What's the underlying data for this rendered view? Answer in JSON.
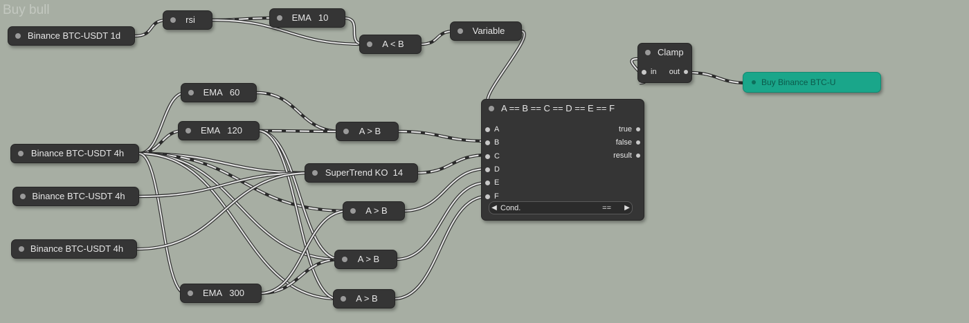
{
  "graph": {
    "title": "Buy bull"
  },
  "colors": {
    "background": "#a7aea3",
    "node": "#353535",
    "action": "#1aa68a",
    "wire": "#e2e2e2"
  },
  "nodes": {
    "binance_1d": "Binance BTC-USDT 1d",
    "rsi": "rsi",
    "ema10": "EMA   10",
    "a_lt_b": "A < B",
    "variable": "Variable",
    "ema60": "EMA   60",
    "ema120": "EMA   120",
    "a_gt_b_1": "A > B",
    "supertrend": "SuperTrend KO  14",
    "a_gt_b_2": "A > B",
    "a_gt_b_3": "A > B",
    "a_gt_b_4": "A > B",
    "ema300": "EMA   300",
    "binance_4h_1": "Binance BTC-USDT 4h",
    "binance_4h_2": "Binance BTC-USDT 4h",
    "binance_4h_3": "Binance BTC-USDT 4h"
  },
  "condition": {
    "title": "A == B == C == D == E == F",
    "inputs": [
      "A",
      "B",
      "C",
      "D",
      "E",
      "F"
    ],
    "outputs": [
      "true",
      "false",
      "result"
    ],
    "selector_label": "Cond.",
    "selector_value": "=="
  },
  "clamp": {
    "title": "Clamp",
    "in_label": "in",
    "out_label": "out"
  },
  "action": {
    "label": "Buy  Binance  BTC-U"
  }
}
